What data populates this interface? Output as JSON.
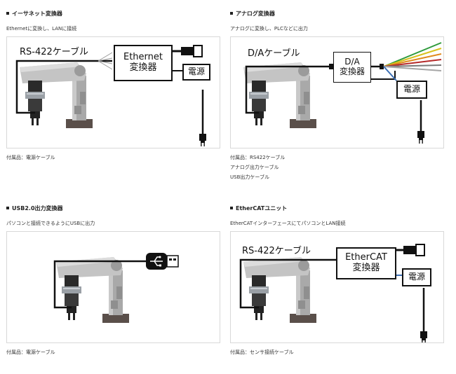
{
  "sections": [
    {
      "title": "イーサネット変換器",
      "description": "Ethernetに変換し、LANに接続",
      "cable_label": "RS-422ケーブル",
      "converter_line1": "Ethernet",
      "converter_line2": "変換器",
      "power_label": "電源",
      "accessories": [
        "付属品：電源ケーブル"
      ]
    },
    {
      "title": "アナログ変換器",
      "description": "アナログに変換し、PLCなどに出力",
      "cable_label": "D/Aケーブル",
      "converter_line1": "D/A",
      "converter_line2": "変換器",
      "power_label": "電源",
      "accessories": [
        "付属品：RS422ケーブル",
        "アナログ出力ケーブル",
        "USB出力ケーブル"
      ]
    },
    {
      "title": "USB2.0出力変換器",
      "description": "パソコンと接続できるようにUSBに出力",
      "accessories": [
        "付属品：電源ケーブル"
      ]
    },
    {
      "title": "EtherCATユニット",
      "description": "EtherCATインターフェースにてパソコンとLAN接続",
      "cable_label": "RS-422ケーブル",
      "converter_line1": "EtherCAT",
      "converter_line2": "変換器",
      "power_label": "電源",
      "accessories": [
        "付属品：センサ接続ケーブル"
      ]
    }
  ],
  "colors": {
    "robot_light": "#c8c8c8",
    "robot_dark": "#7a7a7a",
    "base": "#5a4f4a",
    "analog_wires": [
      "#2e9a3b",
      "#d9c21e",
      "#e08a1e",
      "#b52a2a",
      "#7a7a7a",
      "#a6a6a6",
      "#3b6fb5"
    ]
  }
}
